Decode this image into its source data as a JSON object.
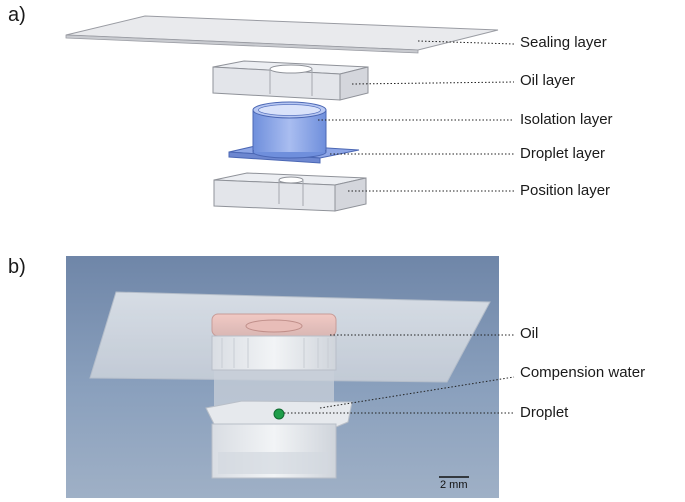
{
  "panel_a": {
    "label": "a)",
    "layers": [
      "Sealing layer",
      "Oil layer",
      "Isolation layer",
      "Droplet layer",
      "Position layer"
    ]
  },
  "panel_b": {
    "label": "b)",
    "callouts": [
      "Oil",
      "Compension water",
      "Droplet"
    ],
    "scale_bar": "2 mm"
  },
  "colors": {
    "plate": "#e7e9ec",
    "isolation_blue": "#7f9de0",
    "photo_bg": "#7e94b5",
    "droplet_green": "#1f9e4a"
  }
}
